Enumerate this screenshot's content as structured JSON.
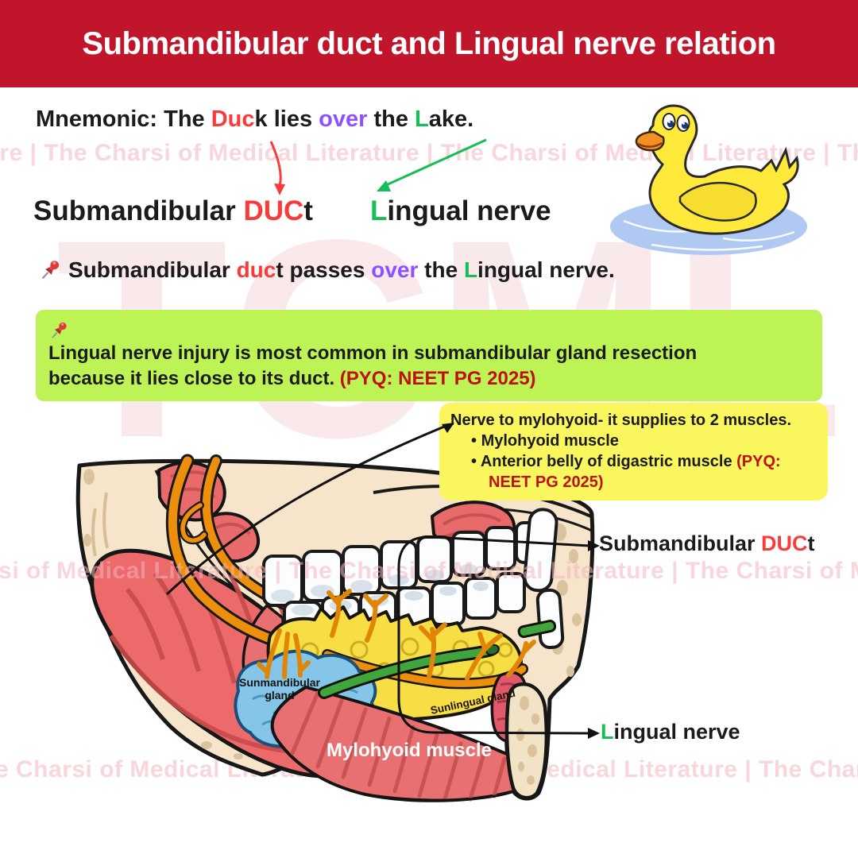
{
  "header": {
    "title": "Submandibular duct and Lingual nerve relation"
  },
  "mnemonic": {
    "pre": "Mnemonic: The ",
    "red": "Duc",
    "mid1": "k lies ",
    "purple": "over",
    "mid2": " the ",
    "green": "L",
    "post": "ake."
  },
  "duct_label": {
    "black": "Submandibular ",
    "red": "DUC",
    "tail": "t"
  },
  "nerve_label": {
    "green": "L",
    "rest": "ingual nerve"
  },
  "statement": {
    "pre": "Submandibular ",
    "red": "duc",
    "mid1": "t passes ",
    "purple": "over",
    "mid2": " the ",
    "green": "L",
    "post": "ingual nerve."
  },
  "green_box": {
    "line1": "Lingual nerve injury is most common in submandibular gland resection",
    "line2": "because it lies close to its duct. ",
    "pyq": "(PYQ: NEET PG 2025)"
  },
  "yellow_box": {
    "title": "Nerve to mylohyoid- it supplies to 2 muscles.",
    "bullet1": "Mylohyoid muscle",
    "bullet2": "Anterior belly of digastric muscle ",
    "bullet2_pyq": "(PYQ:",
    "bullet2_pyq2": "NEET PG 2025)"
  },
  "fig_duct_label": {
    "black": "Submandibular ",
    "red": "DUC",
    "tail": "t"
  },
  "fig_nerve_label": {
    "green": "L",
    "rest": "ingual nerve"
  },
  "figure_labels": {
    "submandibular_gland_line1": "Sunmandibular",
    "submandibular_gland_line2": "gland",
    "sublingual_gland": "Sunlingual gland",
    "mylohyoid_muscle": "Mylohyoid muscle"
  },
  "watermarks": {
    "row1": "ture | The Charsi of Medical Literature | The Charsi of Medical Literature | The Cha",
    "row2": "rsi of Medical Literature | The Charsi of Medical Literature | The Charsi of Medica",
    "row3": "e Charsi of Medical Literature | The Charsi of Medical Literature | The Charsi of Med",
    "big": "TCML"
  },
  "colors": {
    "header_red": "#C0152B",
    "bright_red": "#F93B3B",
    "purple": "#8C52FF",
    "green": "#17BD57",
    "dark_red": "#BD1111",
    "green_box_bg": "#BDF355",
    "yellow_box_bg": "#FAF65E",
    "watermark_pink": "#F3B5BD",
    "duck_yellow": "#FFE93B",
    "water_blue": "#AFC9F2"
  }
}
